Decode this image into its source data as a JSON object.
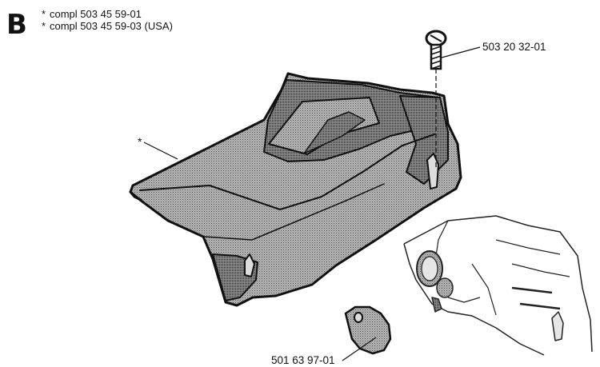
{
  "section": "B",
  "notes": [
    {
      "mark": "*",
      "text": "compl 503 45 59-01"
    },
    {
      "mark": "*",
      "text": "compl 503 45 59-03 (USA)"
    }
  ],
  "parts": [
    {
      "id": "cover",
      "mark": "*"
    },
    {
      "id": "screw",
      "part_number": "503 20 32-01"
    },
    {
      "id": "cap",
      "part_number": "501 63 97-01"
    }
  ],
  "colors": {
    "ink": "#111111",
    "stipple": "#9a9a9a",
    "background": "#ffffff"
  }
}
